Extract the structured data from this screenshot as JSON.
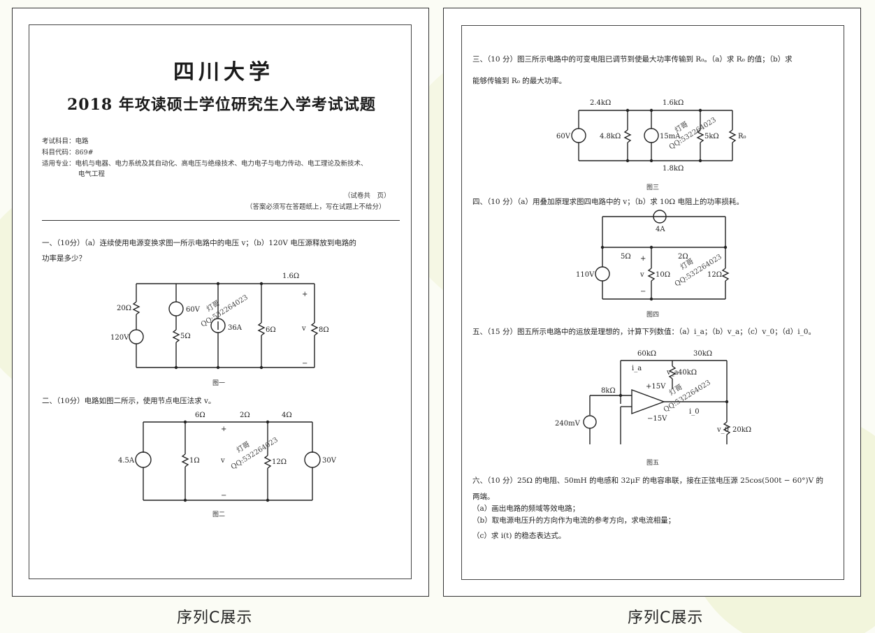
{
  "left_page": {
    "school": "四川大学",
    "exam_title": "2018 年攻读硕士学位研究生入学考试试题",
    "subject": "考试科目：电路",
    "code": "科目代码：869#",
    "majors": "适用专业：电机与电器、电力系统及其自动化、高电压与绝缘技术、电力电子与电力传动、电工理论及新技术、",
    "majors2": "电气工程",
    "pages_note": "（试卷共　页）",
    "answer_note": "（答案必须写在答题纸上，写在试题上不给分）",
    "q1_line1": "一、（10分）（a）连续使用电源变换求图一所示电路中的电压 v；（b）120V 电压源释放到电路的",
    "q1_line2": "功率是多少？",
    "fig1": {
      "caption": "图一",
      "r20": "20Ω",
      "v120": "120V",
      "v60": "60V",
      "r5": "5Ω",
      "i36": "36A",
      "r6": "6Ω",
      "r16": "1.6Ω",
      "v": "v",
      "r8": "8Ω",
      "plus": "+",
      "minus": "−"
    },
    "q2_line": "二、（10分）电路如图二所示，使用节点电压法求 v。",
    "fig2": {
      "caption": "图二",
      "i45": "4.5A",
      "r1": "1Ω",
      "r6": "6Ω",
      "r2": "2Ω",
      "r4": "4Ω",
      "v": "v",
      "r12": "12Ω",
      "v30": "30V",
      "plus": "+",
      "minus": "−"
    },
    "caption": "序列C展示"
  },
  "right_page": {
    "q3_line1": "三、（10 分）图三所示电路中的可变电阻已调节到使最大功率传输到 R₀。（a）求 R₀ 的值；（b）求",
    "q3_line2": "能够传输到 R₀ 的最大功率。",
    "fig3": {
      "caption": "图三",
      "r24": "2.4kΩ",
      "r16": "1.6kΩ",
      "v60": "60V",
      "r48": "4.8kΩ",
      "i15": "15mA",
      "r5": "5kΩ",
      "r0": "R₀",
      "r18": "1.8kΩ"
    },
    "q4_line": "四、（10 分）（a）用叠加原理求图四电路中的 v；（b）求 10Ω 电阻上的功率损耗。",
    "fig4": {
      "caption": "图四",
      "i4": "4A",
      "r5": "5Ω",
      "r2": "2Ω",
      "v110": "110V",
      "v": "v",
      "r10": "10Ω",
      "r12": "12Ω",
      "plus": "+",
      "minus": "−"
    },
    "q5_line": "五、（15 分）图五所示电路中的运放是理想的，计算下列数值：（a）i_a；（b）v_a；（c）v_0；（d）i_0。",
    "fig5": {
      "caption": "图五",
      "r60": "60kΩ",
      "r30": "30kΩ",
      "ia": "i_a",
      "va": "v_a",
      "r40": "40kΩ",
      "r8": "8kΩ",
      "p15": "+15V",
      "m15": "−15V",
      "v240": "240mV",
      "i0": "i_0",
      "v0": "v_0",
      "r20": "20kΩ"
    },
    "q6_line1": "六、（10 分）25Ω 的电阻、50mH 的电感和 32μF 的电容串联，接在正弦电压源 25cos(500t − 60°)V 的",
    "q6_line2": "两端。",
    "q6_a": "（a）画出电路的频域等效电路；",
    "q6_b": "（b）取电源电压升的方向作为电流的参考方向，求电流相量；",
    "q6_c": "（c）求 i(t) 的稳态表达式。",
    "caption": "序列C展示"
  },
  "watermark": {
    "line1": "灯哥",
    "line2": "QQ:532264023"
  }
}
